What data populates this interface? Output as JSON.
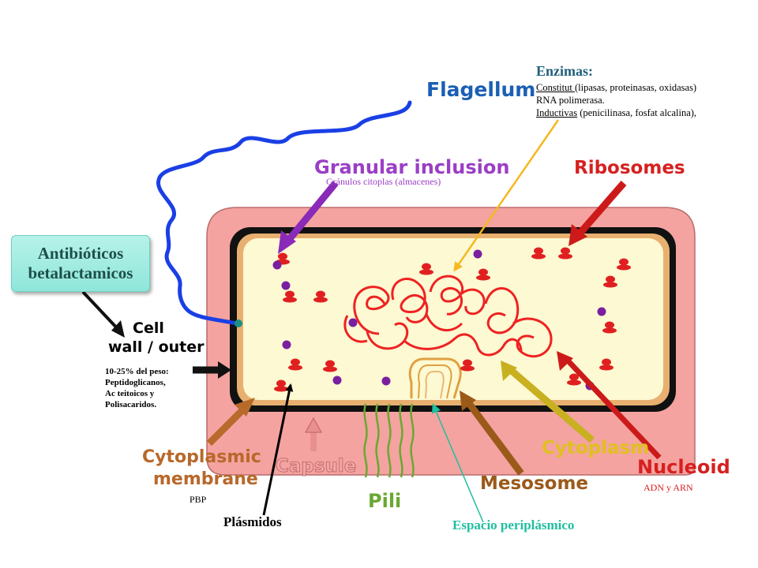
{
  "labels": {
    "flagellum": "Flagellum",
    "granular_inclusion": "Granular inclusion",
    "granulos": "Gránulos citoplas (almacenes)",
    "ribosomes": "Ribosomes",
    "cell_wall_line1": "Cell",
    "cell_wall_line2": "wall / outer",
    "cytoplasmic_membrane_line1": "Cytoplasmic",
    "cytoplasmic_membrane_line2": "membrane",
    "capsule": "Capsule",
    "pili": "Pili",
    "mesosome": "Mesosome",
    "cytoplasm": "Cytoplasm",
    "nucleoid": "Nucleoid",
    "adn_arn": "ADN y ARN",
    "pbp": "PBP",
    "plasmidos": "Plásmidos",
    "espacio_periplasmico": "Espacio periplásmico"
  },
  "callout": {
    "line1": "Antibióticos",
    "line2": "betalactamicos"
  },
  "enzimas": {
    "title": "Enzimas:",
    "line1_u": "Constitut ",
    "line1_rest": "(lipasas, proteinasas, oxidasas)",
    "line2": "RNA polimerasa.",
    "line3_u": "Inductivas",
    "line3_rest": " (penicilinasa,  fosfat alcalina),"
  },
  "cell_wall_note": {
    "line1": "10-25% del peso:",
    "line2": "Peptidoglicanos,",
    "line3": "Ac teitoicos y",
    "line4": "Polisacaridos."
  },
  "colors": {
    "capsule": "#f4a3a0",
    "cell_wall": "#111111",
    "membrane": "#e8b070",
    "cytoplasm": "#fdf9d2",
    "nucleoid": "#ee2222",
    "ribosome": "#e02020",
    "granule": "#7a1fa0",
    "flagellum": "#1a3fe6",
    "pili": "#6aa832"
  }
}
